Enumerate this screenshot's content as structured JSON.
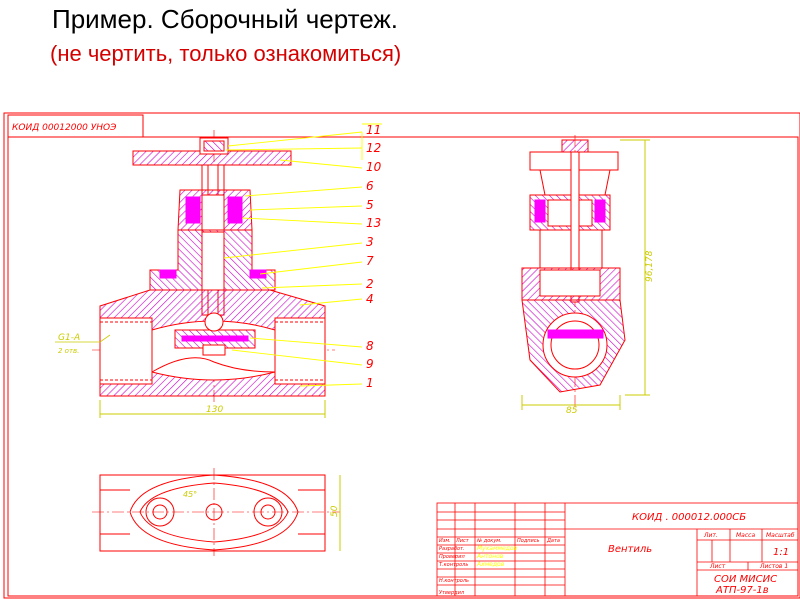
{
  "slide": {
    "title": "Пример. Сборочный чертеж.",
    "subtitle": "(не чертить, только ознакомиться)"
  },
  "drawing": {
    "colors": {
      "frame": "#ff0000",
      "outline": "#ff0000",
      "hatch": "#cc00cc",
      "leader": "#ffff00",
      "dimension": "#cccc00",
      "text": "#ff0000",
      "stamp_fill": "#ff00ff"
    },
    "corner_stamp": "КОИД 00012000 УНОЭ",
    "callouts": [
      "11",
      "12",
      "10",
      "6",
      "5",
      "13",
      "3",
      "7",
      "2",
      "4",
      "8",
      "9",
      "1"
    ],
    "front_view_dims": {
      "width": "130",
      "thread": "G1-A",
      "thread_sub": "2 отв."
    },
    "side_view_dims": {
      "height": "96,178",
      "width": "85"
    },
    "top_view_dims": {
      "width": "50",
      "angle": "45°"
    },
    "title_block": {
      "doc_code": "КОИД . 000012.000СБ",
      "name": "Вентиль",
      "col_lit": "Лит.",
      "col_mass": "Масса",
      "col_scale": "Масштаб",
      "scale_value": "1:1",
      "sheet": "Лист",
      "sheets": "Листов 1",
      "org": "СОИ МИСИС",
      "group": "АТП-97-1в",
      "row_labels": [
        "Изм.",
        "Разработ.",
        "Проверил",
        "Т.контроль",
        "Н.контроль",
        "Утвердил"
      ],
      "col_labels": [
        "Лист",
        "№ докум.",
        "Подпись",
        "Дата"
      ],
      "name_entries": [
        "Мухаммедов",
        "Антонов",
        "Ахмедов"
      ]
    }
  }
}
